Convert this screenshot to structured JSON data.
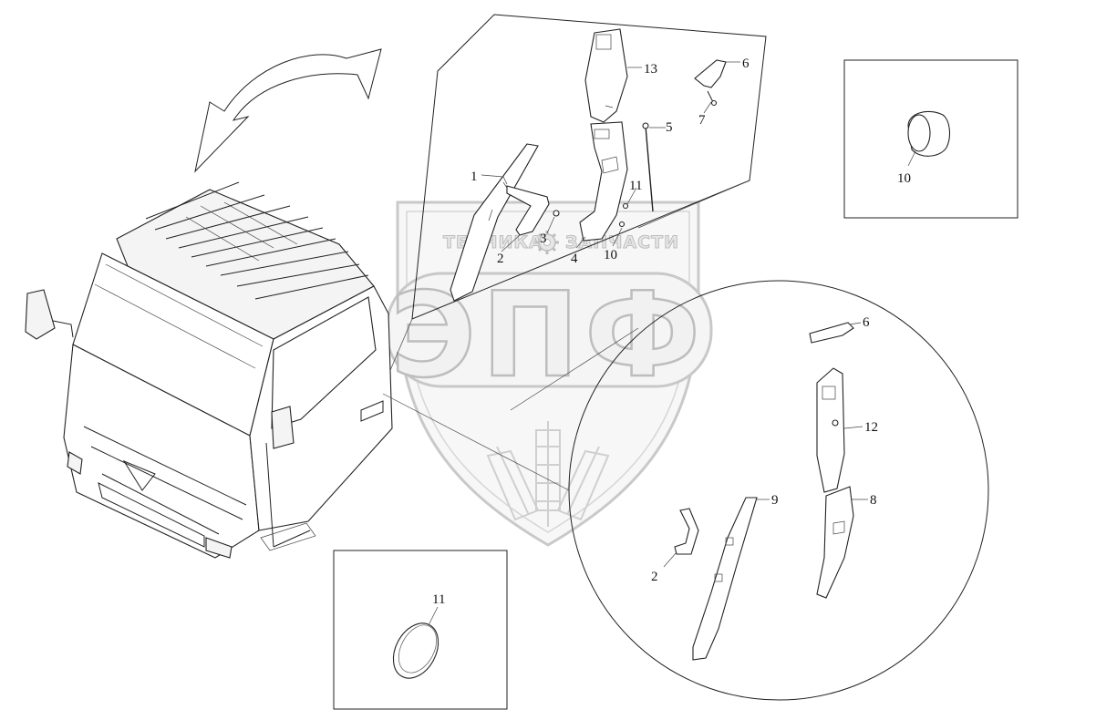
{
  "watermark": {
    "subtitle_left": "ТЕХНИКА",
    "subtitle_right": "ЗАПЧАСТИ",
    "logo": "ЭПФ"
  },
  "callouts": {
    "upper": {
      "c1": "1",
      "c2": "2",
      "c3": "3",
      "c4": "4",
      "c5": "5",
      "c6": "6",
      "c7": "7",
      "c10": "10",
      "c11": "11",
      "c13": "13"
    },
    "circle": {
      "c6": "6",
      "c12": "12",
      "c8": "8",
      "c9": "9",
      "c2": "2"
    },
    "inset_right": {
      "c10": "10"
    },
    "inset_bottom": {
      "c11": "11"
    }
  }
}
